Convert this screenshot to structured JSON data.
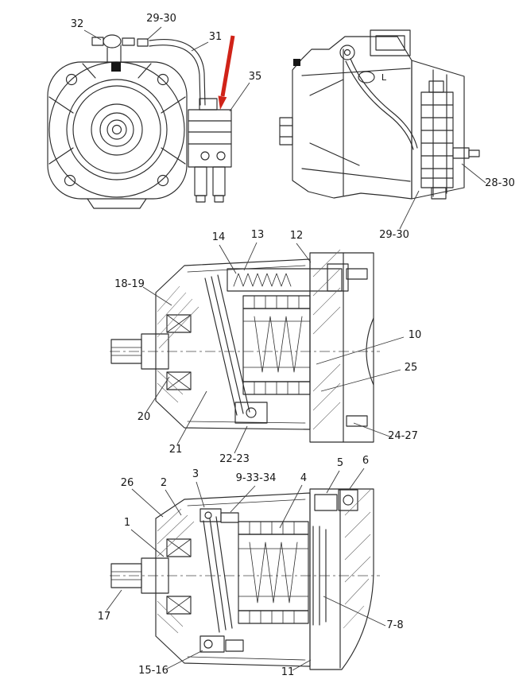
{
  "figure": {
    "port_label": "L"
  },
  "colors": {
    "arrow": "#d02318",
    "line": "#2b2b2b"
  },
  "callouts": {
    "front": {
      "c32": "32",
      "c29_30": "29-30",
      "c31": "31",
      "c35": "35"
    },
    "side": {
      "c28_30": "28-30",
      "c29_30": "29-30"
    },
    "mid": {
      "c14": "14",
      "c13": "13",
      "c12": "12",
      "c18_19": "18-19",
      "c10": "10",
      "c25": "25",
      "c20": "20",
      "c21": "21",
      "c22_23": "22-23",
      "c24_27": "24-27"
    },
    "bottom": {
      "c26": "26",
      "c2": "2",
      "c3": "3",
      "c9_33_34": "9-33-34",
      "c4": "4",
      "c5": "5",
      "c6": "6",
      "c1": "1",
      "c17": "17",
      "c7_8": "7-8",
      "c15_16": "15-16",
      "c11": "11"
    }
  }
}
